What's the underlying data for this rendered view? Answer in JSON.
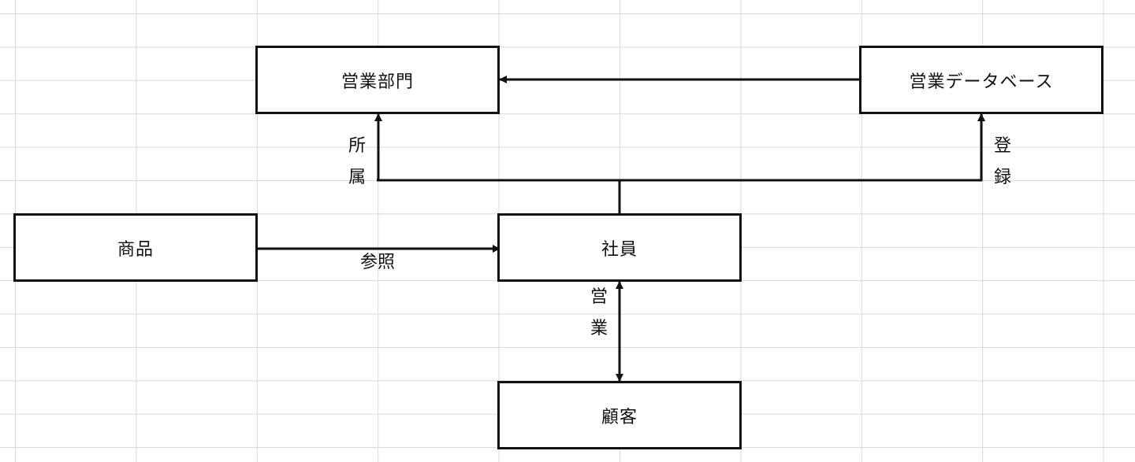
{
  "entities": {
    "sales_dept": "営業部門",
    "sales_db": "営業データベース",
    "product": "商品",
    "employee": "社員",
    "customer": "顧客"
  },
  "relations": {
    "reference": "参照",
    "belongs": [
      "所",
      "属"
    ],
    "register": [
      "登",
      "録"
    ],
    "sales": [
      "営",
      "業"
    ]
  },
  "colors": {
    "line": "#111111",
    "grid": "#d9d9d9",
    "background": "#ffffff"
  }
}
